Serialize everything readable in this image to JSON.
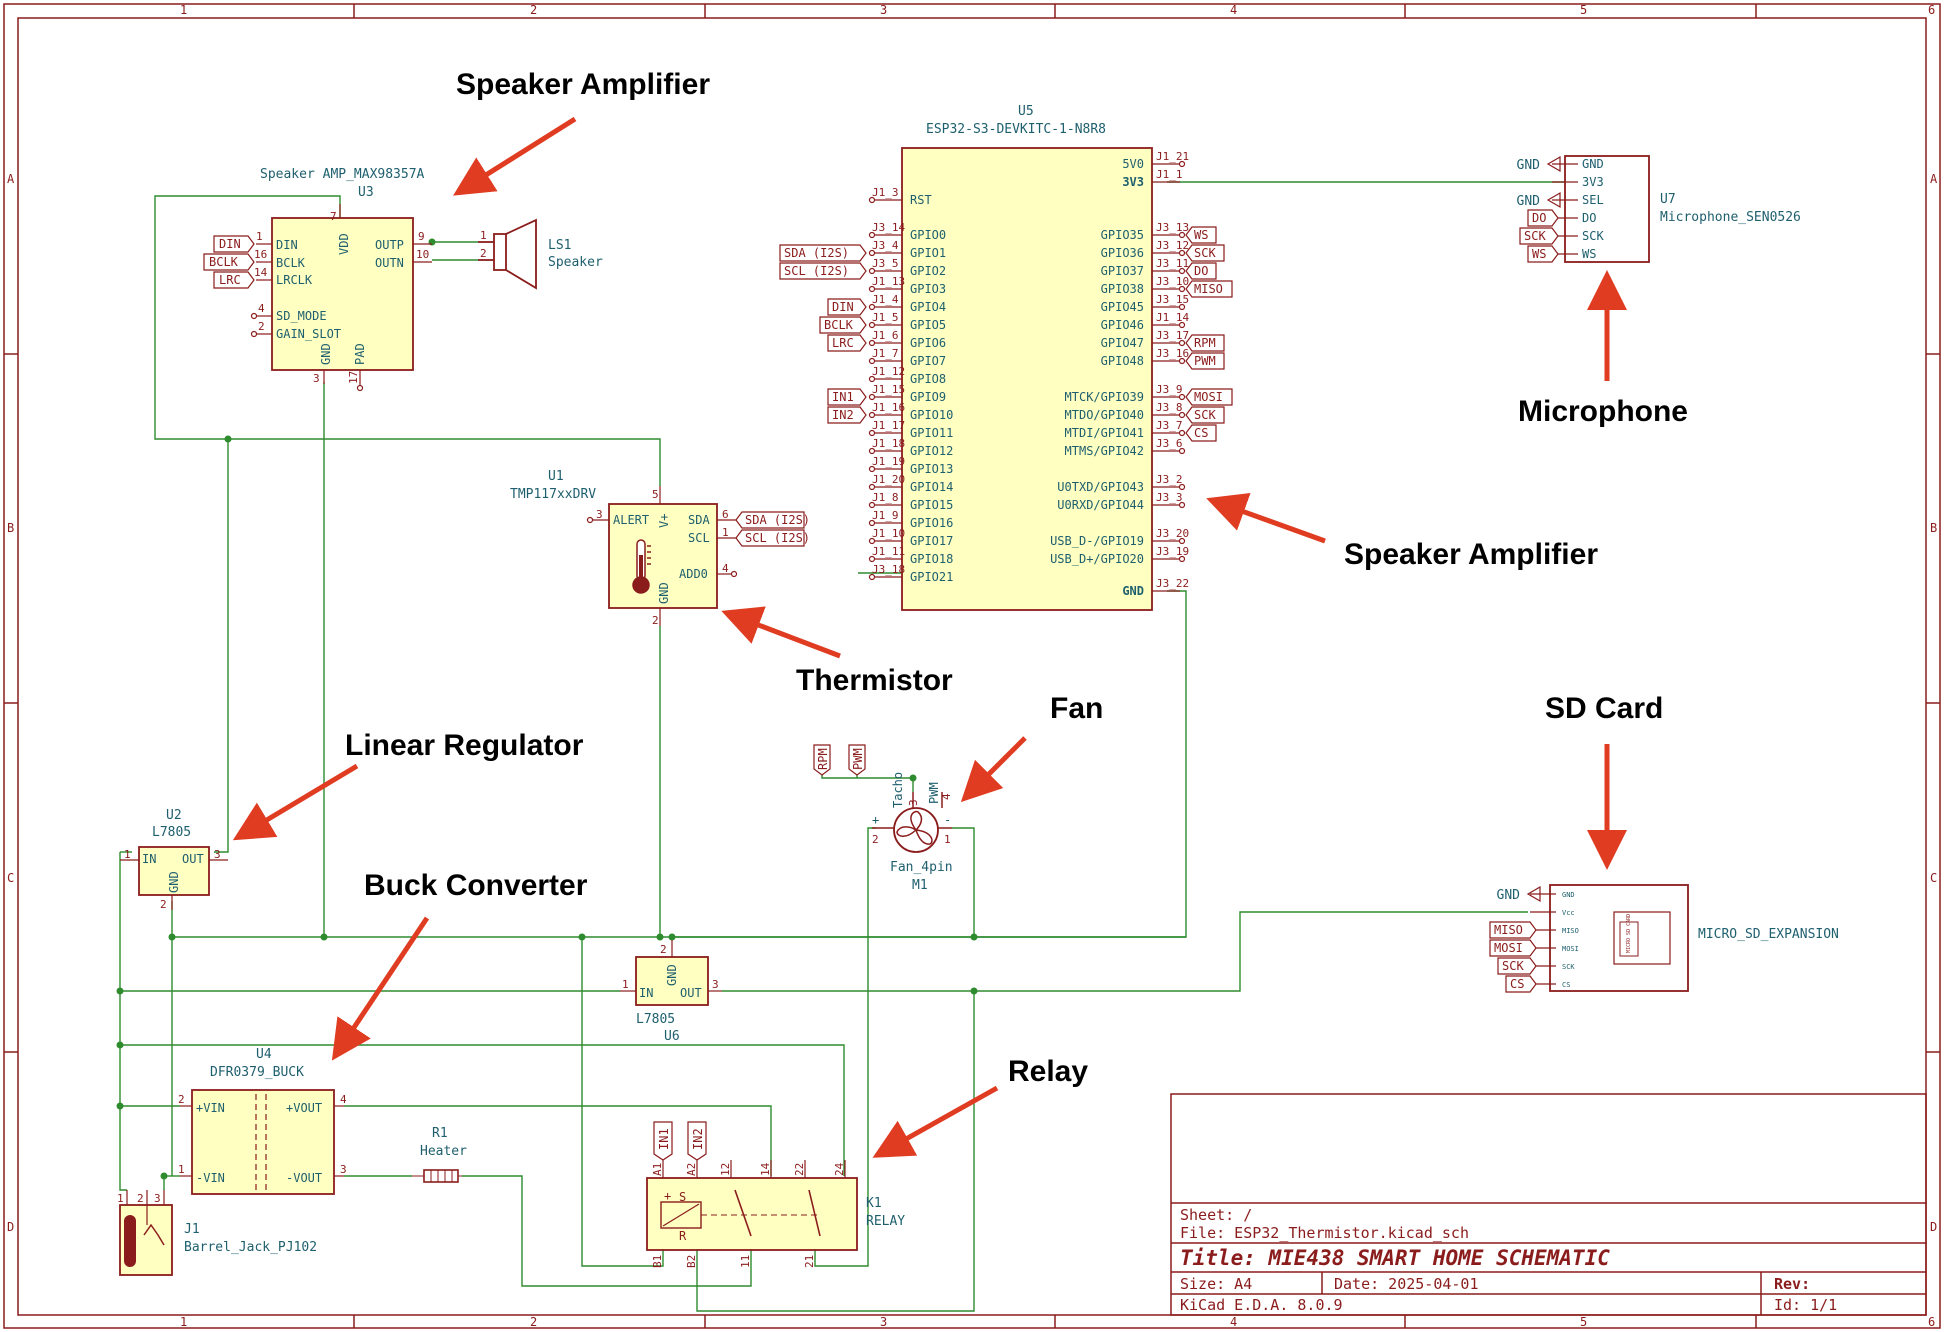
{
  "annotations": {
    "speaker_amp_top": "Speaker Amplifier",
    "speaker_amp_right": "Speaker Amplifier",
    "microphone": "Microphone",
    "thermistor": "Thermistor",
    "fan": "Fan",
    "sd_card": "SD Card",
    "linear_regulator": "Linear Regulator",
    "buck_converter": "Buck Converter",
    "relay": "Relay"
  },
  "frame": {
    "columns": [
      "1",
      "2",
      "3",
      "4",
      "5",
      "6"
    ],
    "rows": [
      "A",
      "B",
      "C",
      "D"
    ]
  },
  "components": {
    "u3": {
      "value": "Speaker AMP_MAX98357A",
      "ref": "U3",
      "pins_left": [
        "DIN",
        "BCLK",
        "LRCLK",
        "SD_MODE",
        "GAIN_SLOT"
      ],
      "pins_left_nums": [
        "1",
        "16",
        "14",
        "4",
        "2"
      ],
      "pin_vdd": "VDD",
      "pin_vdd_num": "7",
      "pin_outp": "OUTP",
      "pin_outp_num": "9",
      "pin_outn": "OUTN",
      "pin_outn_num": "10",
      "pin_gnd": "GND",
      "pin_gnd_num": "3",
      "pin_pad": "PAD",
      "pin_pad_num": "17",
      "labels": [
        "DIN",
        "BCLK",
        "LRC"
      ]
    },
    "ls1": {
      "ref": "LS1",
      "value": "Speaker",
      "pin1": "1",
      "pin2": "2"
    },
    "u5": {
      "ref": "U5",
      "value": "ESP32-S3-DEVKITC-1-N8R8",
      "left_pins": [
        "RST",
        "GPIO0",
        "GPIO1",
        "GPIO2",
        "GPIO3",
        "GPIO4",
        "GPIO5",
        "GPIO6",
        "GPIO7",
        "GPIO8",
        "GPIO9",
        "GPIO10",
        "GPIO11",
        "GPIO12",
        "GPIO13",
        "GPIO14",
        "GPIO15",
        "GPIO16",
        "GPIO17",
        "GPIO18",
        "GPIO21"
      ],
      "left_nums": [
        "J1_3",
        "J3_14",
        "J3_4",
        "J3_5",
        "J1_13",
        "J1_4",
        "J1_5",
        "J1_6",
        "J1_7",
        "J1_12",
        "J1_15",
        "J1_16",
        "J1_17",
        "J1_18",
        "J1_19",
        "J1_20",
        "J1_8",
        "J1_9",
        "J1_10",
        "J1_11",
        "J3_18"
      ],
      "left_labels": [
        "",
        "",
        "SDA (I2S)",
        "SCL (I2S)",
        "",
        "DIN",
        "BCLK",
        "LRC",
        "",
        "",
        "IN1",
        "IN2",
        "",
        "",
        "",
        "",
        "",
        "",
        "",
        "",
        ""
      ],
      "right_pins": [
        "5V0",
        "3V3",
        "GPIO35",
        "GPIO36",
        "GPIO37",
        "GPIO38",
        "GPIO45",
        "GPIO46",
        "GPIO47",
        "GPIO48",
        "MTCK/GPIO39",
        "MTDO/GPIO40",
        "MTDI/GPIO41",
        "MTMS/GPIO42",
        "U0TXD/GPIO43",
        "U0RXD/GPIO44",
        "USB_D-/GPIO19",
        "USB_D+/GPIO20",
        "GND"
      ],
      "right_nums": [
        "J1_21",
        "J1_1",
        "J3_13",
        "J3_12",
        "J3_11",
        "J3_10",
        "J3_15",
        "J1_14",
        "J3_17",
        "J3_16",
        "J3_9",
        "J3_8",
        "J3_7",
        "J3_6",
        "J3_2",
        "J3_3",
        "J3_20",
        "J3_19",
        "J3_22"
      ],
      "right_labels": [
        "",
        "",
        "WS",
        "SCK",
        "DO",
        "MISO",
        "",
        "",
        "RPM",
        "PWM",
        "MOSI",
        "SCK",
        "CS",
        "",
        "",
        "",
        "",
        "",
        ""
      ]
    },
    "u7": {
      "ref": "U7",
      "value": "Microphone_SEN0526",
      "pins": [
        "GND",
        "3V3",
        "SEL",
        "DO",
        "SCK",
        "WS"
      ],
      "labels": [
        "GND",
        "",
        "GND",
        "DO",
        "SCK",
        "WS"
      ]
    },
    "u1": {
      "ref": "U1",
      "value": "TMP117xxDRV",
      "pin_alert": "ALERT",
      "pin_alert_num": "3",
      "pin_v": "V+",
      "pin_v_num": "5",
      "pin_sda": "SDA",
      "pin_sda_num": "6",
      "pin_scl": "SCL",
      "pin_scl_num": "1",
      "pin_add0": "ADD0",
      "pin_add0_num": "4",
      "pin_gnd": "GND",
      "pin_gnd_num": "2",
      "label_sda": "SDA (I2S)",
      "label_scl": "SCL (I2S)"
    },
    "m1": {
      "ref": "M1",
      "value": "Fan_4pin",
      "tacho": "Tacho",
      "tacho_num": "3",
      "pwm": "PWM",
      "pwm_num": "4",
      "plus": "+",
      "minus": "-",
      "pin_plus_num": "2",
      "pin_minus_num": "1",
      "label_rpm": "RPM",
      "label_pwm": "PWM"
    },
    "sd": {
      "value": "MICRO_SD_EXPANSION",
      "pins": [
        "GND",
        "Vcc",
        "MISO",
        "MOSI",
        "SCK",
        "CS"
      ],
      "labels": [
        "GND",
        "",
        "MISO",
        "MOSI",
        "SCK",
        "CS"
      ],
      "card_text": "MICRO SD CARD"
    },
    "u2": {
      "ref": "U2",
      "value": "L7805",
      "in": "IN",
      "out": "OUT",
      "gnd": "GND",
      "in_num": "1",
      "out_num": "3",
      "gnd_num": "2"
    },
    "u6": {
      "ref": "U6",
      "value": "L7805",
      "in": "IN",
      "out": "OUT",
      "gnd": "GND",
      "in_num": "1",
      "out_num": "3",
      "gnd_num": "2"
    },
    "u4": {
      "ref": "U4",
      "value": "DFR0379_BUCK",
      "vin_p": "+VIN",
      "vin_n": "-VIN",
      "vout_p": "+VOUT",
      "vout_n": "-VOUT",
      "vin_p_num": "2",
      "vin_n_num": "1",
      "vout_p_num": "4",
      "vout_n_num": "3"
    },
    "r1": {
      "ref": "R1",
      "value": "Heater"
    },
    "j1": {
      "ref": "J1",
      "value": "Barrel_Jack_PJ102",
      "pins": [
        "1",
        "2",
        "3"
      ]
    },
    "k1": {
      "ref": "K1",
      "value": "RELAY",
      "top_pins": [
        "A1",
        "A2",
        "12",
        "14",
        "22",
        "24"
      ],
      "bottom_pins": [
        "B1",
        "B2",
        "11",
        "21"
      ],
      "labels": [
        "IN1",
        "IN2"
      ],
      "coil_s": "S",
      "coil_r": "R",
      "coil_plus": "+"
    }
  },
  "title_block": {
    "sheet": "Sheet: /",
    "file": "File: ESP32_Thermistor.kicad_sch",
    "title": "Title: MIE438 SMART HOME SCHEMATIC",
    "size": "Size: A4",
    "date": "Date: 2025-04-01",
    "rev": "Rev:",
    "kicad": "KiCad E.D.A. 8.0.9",
    "id": "Id: 1/1"
  },
  "colors": {
    "wire": "#2e8b2e",
    "symbol_outline": "#8b1c1c",
    "symbol_fill": "#ffffc2",
    "text": "#1e5f6e",
    "arrow": "#e03c22"
  }
}
